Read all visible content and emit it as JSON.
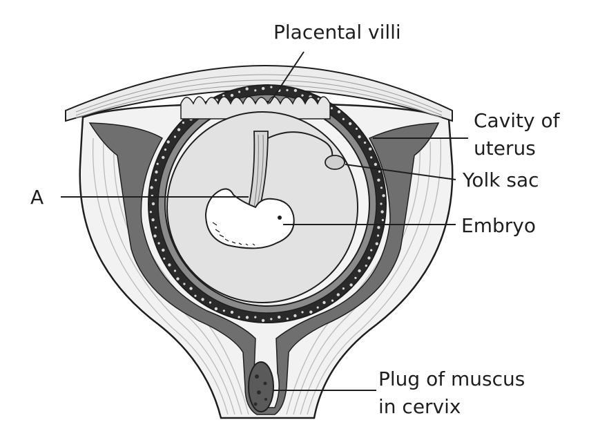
{
  "labels": {
    "placental_villi": "Placental villi",
    "cavity_line1": "Cavity of",
    "cavity_line2": "uterus",
    "yolk_sac": "Yolk sac",
    "a": "A",
    "embryo": "Embryo",
    "plug_line1": "Plug of muscus",
    "plug_line2": "in cervix"
  },
  "colors": {
    "fluid": "#6f6f6f",
    "wall": "#f2f2f2",
    "hatch": "#b9b9b9",
    "outline": "#1e1e1e",
    "amnion": "#f4f4f4",
    "chorion": "#2a2a2a"
  }
}
